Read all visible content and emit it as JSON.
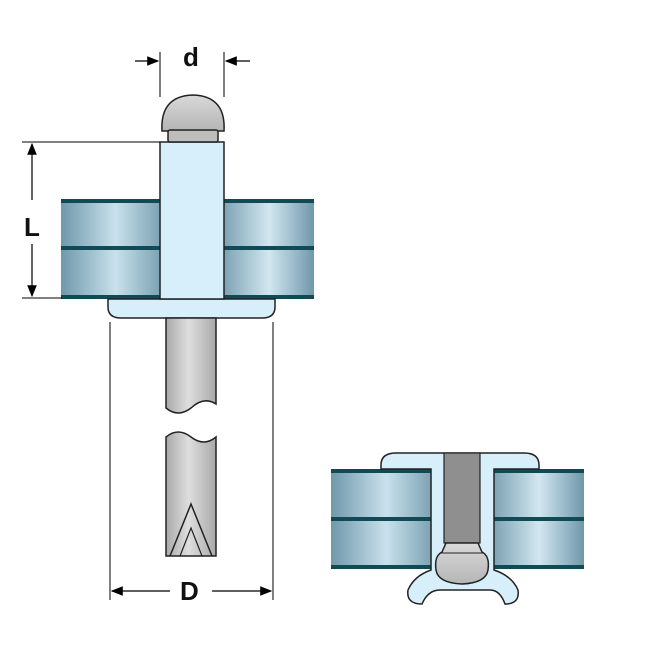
{
  "labels": {
    "shank_diameter": "d",
    "grip_length": "L",
    "head_diameter": "D"
  },
  "colors": {
    "plate_fill_light": "#d7e9f2",
    "plate_fill_dark": "#6f98ab",
    "plate_stripe": "#0f4a55",
    "rivet_body": "#d6effa",
    "mandrel": "#c9c9c9",
    "mandrel_core": "#8f8f8f",
    "outline": "#222222",
    "dimension_line": "#000000"
  }
}
